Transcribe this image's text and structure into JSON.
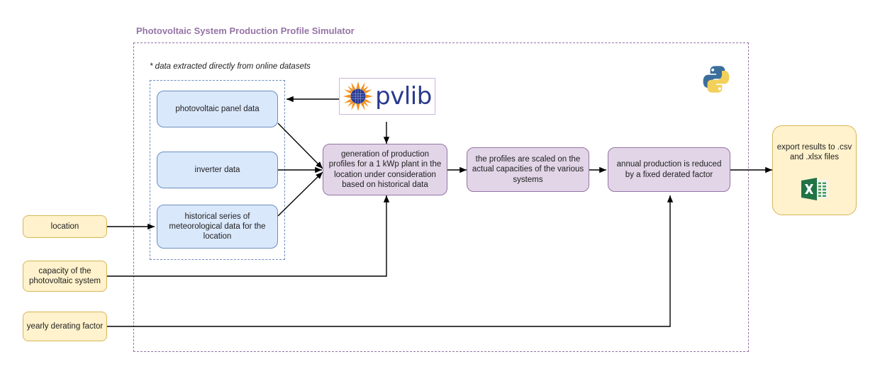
{
  "diagram": {
    "title": "Photovoltaic System Production Profile Simulator",
    "note": "* data extracted directly from online datasets",
    "colors": {
      "title": "#9673a6",
      "outer_container_border": "#9673a6",
      "inner_container_border": "#6c8ebf",
      "blue_fill": "#dae8fc",
      "blue_border": "#6c8ebf",
      "purple_fill": "#e1d5e7",
      "purple_border": "#9673a6",
      "yellow_fill": "#fff2cc",
      "yellow_border": "#d6b656",
      "arrow": "#000000",
      "excel_green": "#217346",
      "python_blue": "#3b6e9b",
      "python_yellow": "#f2d05a",
      "pvlib_orange": "#f5901e",
      "pvlib_blue": "#2b2f8f"
    }
  },
  "data_sources": {
    "panel_data": "photovoltaic panel data",
    "inverter_data": "inverter data",
    "meteo_data": "historical series of meteorological data for the location"
  },
  "logos": {
    "pvlib": {
      "name": "pvlib-logo",
      "text": "pvlib"
    },
    "python": {
      "name": "python-logo"
    },
    "excel": {
      "name": "excel-icon"
    }
  },
  "processes": {
    "generation": "generation of production profiles for a 1 kWp plant in the location under consideration based on historical data",
    "scaling": "the profiles are scaled on the actual capacities of the various systems",
    "derating": "annual production is reduced by a fixed derated factor"
  },
  "inputs": {
    "location": "location",
    "capacity": "capacity of the photovoltaic system",
    "derating_factor": "yearly derating factor"
  },
  "output": {
    "export": "export results to .csv and .xlsx files"
  }
}
